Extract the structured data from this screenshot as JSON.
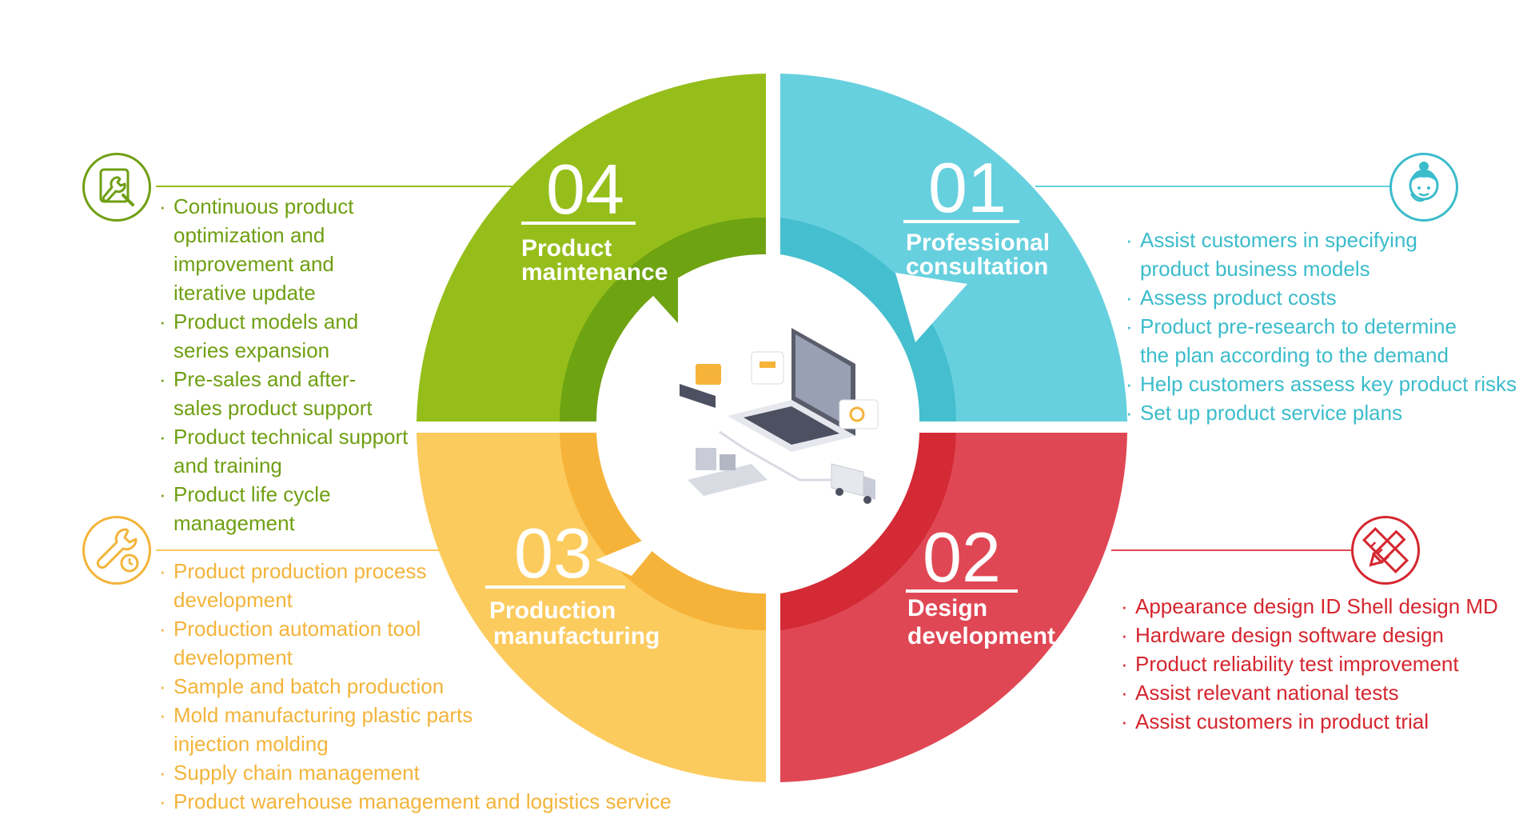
{
  "colors": {
    "teal": "#67d0de",
    "teal_dark": "#45bfcf",
    "red": "#e04754",
    "red_dark": "#d32a35",
    "yellow": "#fccb5e",
    "yellow_dark": "#f6b33a",
    "green": "#96be1b",
    "green_dark": "#6ea312"
  },
  "sections": [
    {
      "id": "q1",
      "number": "01",
      "title_lines": [
        "Professional",
        "consultation"
      ],
      "icon": "customer-service-person-icon",
      "items": [
        "Assist customers in specifying",
        "product business models",
        "Assess product costs",
        "Product pre-research to determine",
        "the plan according to the demand",
        "Help customers assess key product risks",
        "Set up product service plans"
      ]
    },
    {
      "id": "q2",
      "number": "02",
      "title_lines": [
        "Design",
        "development"
      ],
      "icon": "pencil-ruler-icon",
      "items": [
        "Appearance design ID Shell design MD",
        "Hardware design software design",
        "Product reliability test improvement",
        "Assist relevant national tests",
        "Assist customers in product trial"
      ]
    },
    {
      "id": "q3",
      "number": "03",
      "title_lines": [
        "Production",
        "manufacturing"
      ],
      "icon": "wrench-clock-icon",
      "items": [
        "Product production process",
        "development",
        "Production automation tool",
        "development",
        "Sample and batch production",
        "Mold manufacturing plastic parts",
        "injection molding",
        "Supply chain management",
        "Product warehouse management and logistics service"
      ]
    },
    {
      "id": "q4",
      "number": "04",
      "title_lines": [
        "Product",
        "maintenance"
      ],
      "icon": "wrench-document-icon",
      "items": [
        "Continuous product",
        "optimization and",
        "improvement and",
        "iterative update",
        "Product models and",
        "series expansion",
        "Pre-sales and after-",
        "sales product support",
        "Product technical support",
        "and training",
        "Product life cycle",
        "management"
      ]
    }
  ]
}
